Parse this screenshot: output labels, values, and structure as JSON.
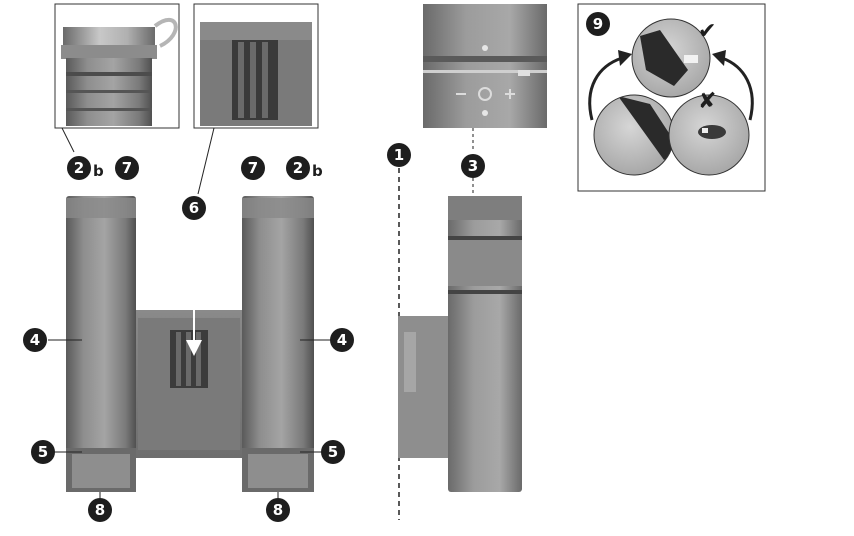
{
  "colors": {
    "callout_fill": "#1e1e1e",
    "callout_text": "#ffffff",
    "body_light": "#9a9a9a",
    "body_mid": "#7c7c7c",
    "body_dark": "#555555",
    "line": "#222222"
  },
  "callouts": {
    "c1": "1",
    "c2_left": "2",
    "c2_right": "2",
    "c2_suffix_left": "b",
    "c2_suffix_right": "b",
    "c3": "3",
    "c4_left": "4",
    "c4_right": "4",
    "c5_left": "5",
    "c5_right": "5",
    "c6": "6",
    "c7_left": "7",
    "c7_right": "7",
    "c8_left": "8",
    "c8_right": "8",
    "c9": "9"
  },
  "inset_9": {
    "correct_mark": "✔",
    "wrong_mark": "✘",
    "correct_icon": "check-mark-icon",
    "wrong_icon": "cross-mark-icon"
  }
}
